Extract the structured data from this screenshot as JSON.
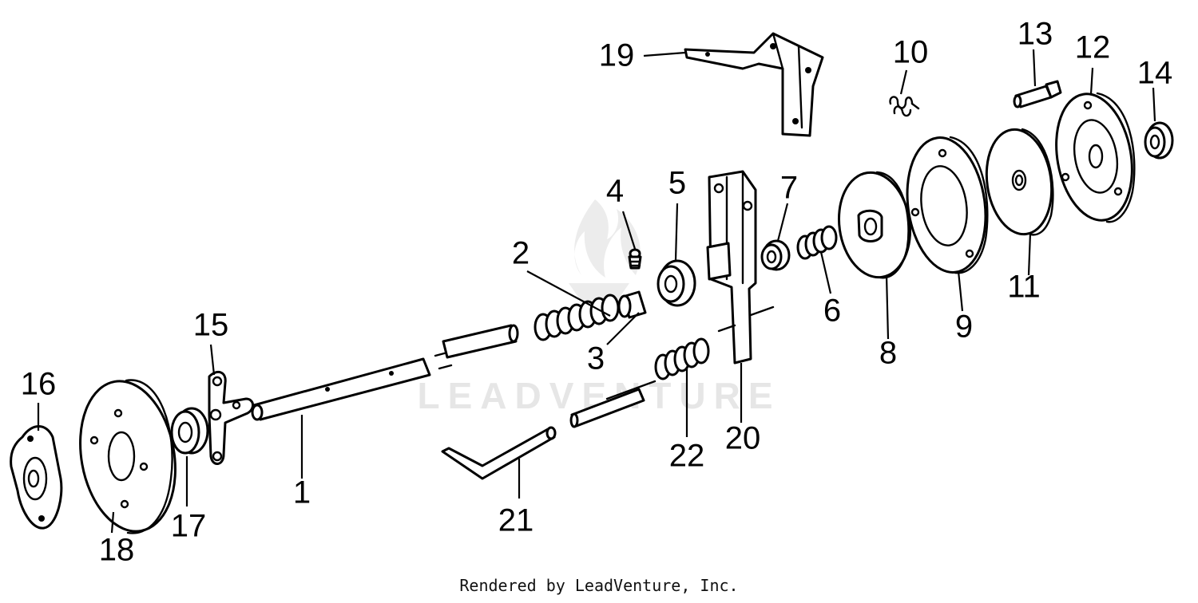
{
  "diagram": {
    "watermark": "LEADVENTURE",
    "callouts": [
      {
        "id": "1",
        "label": "1"
      },
      {
        "id": "2",
        "label": "2"
      },
      {
        "id": "3",
        "label": "3"
      },
      {
        "id": "4",
        "label": "4"
      },
      {
        "id": "5",
        "label": "5"
      },
      {
        "id": "6",
        "label": "6"
      },
      {
        "id": "7",
        "label": "7"
      },
      {
        "id": "8",
        "label": "8"
      },
      {
        "id": "9",
        "label": "9"
      },
      {
        "id": "10",
        "label": "10"
      },
      {
        "id": "11",
        "label": "11"
      },
      {
        "id": "12",
        "label": "12"
      },
      {
        "id": "13",
        "label": "13"
      },
      {
        "id": "14",
        "label": "14"
      },
      {
        "id": "15",
        "label": "15"
      },
      {
        "id": "16",
        "label": "16"
      },
      {
        "id": "17",
        "label": "17"
      },
      {
        "id": "18",
        "label": "18"
      },
      {
        "id": "19",
        "label": "19"
      },
      {
        "id": "20",
        "label": "20"
      },
      {
        "id": "21",
        "label": "21"
      },
      {
        "id": "22",
        "label": "22"
      }
    ]
  },
  "footer": {
    "credit": "Rendered by LeadVenture, Inc."
  }
}
